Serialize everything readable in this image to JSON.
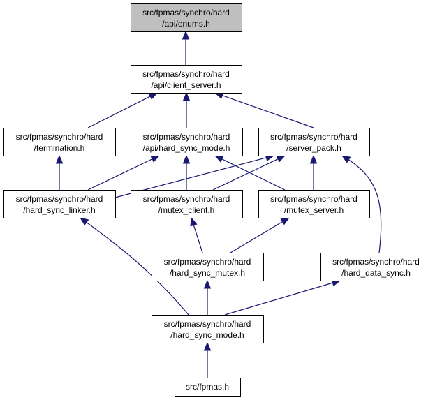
{
  "graph": {
    "nodes": [
      {
        "id": "enums",
        "line1": "src/fpmas/synchro/hard",
        "line2": "/api/enums.h",
        "highlighted": true,
        "interactable": false
      },
      {
        "id": "client_server",
        "line1": "src/fpmas/synchro/hard",
        "line2": "/api/client_server.h",
        "highlighted": false,
        "interactable": true
      },
      {
        "id": "termination",
        "line1": "src/fpmas/synchro/hard",
        "line2": "/termination.h",
        "highlighted": false,
        "interactable": true
      },
      {
        "id": "hard_sync_mode_api",
        "line1": "src/fpmas/synchro/hard",
        "line2": "/api/hard_sync_mode.h",
        "highlighted": false,
        "interactable": true
      },
      {
        "id": "server_pack",
        "line1": "src/fpmas/synchro/hard",
        "line2": "/server_pack.h",
        "highlighted": false,
        "interactable": true
      },
      {
        "id": "hard_sync_linker",
        "line1": "src/fpmas/synchro/hard",
        "line2": "/hard_sync_linker.h",
        "highlighted": false,
        "interactable": true
      },
      {
        "id": "mutex_client",
        "line1": "src/fpmas/synchro/hard",
        "line2": "/mutex_client.h",
        "highlighted": false,
        "interactable": true
      },
      {
        "id": "mutex_server",
        "line1": "src/fpmas/synchro/hard",
        "line2": "/mutex_server.h",
        "highlighted": false,
        "interactable": true
      },
      {
        "id": "hard_sync_mutex",
        "line1": "src/fpmas/synchro/hard",
        "line2": "/hard_sync_mutex.h",
        "highlighted": false,
        "interactable": true
      },
      {
        "id": "hard_data_sync",
        "line1": "src/fpmas/synchro/hard",
        "line2": "/hard_data_sync.h",
        "highlighted": false,
        "interactable": true
      },
      {
        "id": "hard_sync_mode",
        "line1": "src/fpmas/synchro/hard",
        "line2": "/hard_sync_mode.h",
        "highlighted": false,
        "interactable": true
      },
      {
        "id": "fpmas",
        "line1": "src/fpmas.h",
        "line2": "",
        "highlighted": false,
        "interactable": true
      }
    ],
    "edges": [
      {
        "from": "client_server",
        "to": "enums"
      },
      {
        "from": "termination",
        "to": "client_server"
      },
      {
        "from": "hard_sync_mode_api",
        "to": "client_server"
      },
      {
        "from": "server_pack",
        "to": "client_server"
      },
      {
        "from": "hard_sync_linker",
        "to": "termination"
      },
      {
        "from": "hard_sync_linker",
        "to": "hard_sync_mode_api"
      },
      {
        "from": "hard_sync_linker",
        "to": "server_pack"
      },
      {
        "from": "mutex_client",
        "to": "hard_sync_mode_api"
      },
      {
        "from": "mutex_client",
        "to": "server_pack"
      },
      {
        "from": "mutex_server",
        "to": "hard_sync_mode_api"
      },
      {
        "from": "mutex_server",
        "to": "server_pack"
      },
      {
        "from": "hard_data_sync",
        "to": "server_pack"
      },
      {
        "from": "hard_sync_mutex",
        "to": "mutex_client"
      },
      {
        "from": "hard_sync_mutex",
        "to": "mutex_server"
      },
      {
        "from": "hard_sync_mode",
        "to": "hard_sync_linker"
      },
      {
        "from": "hard_sync_mode",
        "to": "hard_sync_mutex"
      },
      {
        "from": "hard_sync_mode",
        "to": "hard_data_sync"
      },
      {
        "from": "fpmas",
        "to": "hard_sync_mode"
      }
    ],
    "colors": {
      "edge": "#191970",
      "node_border": "#000000",
      "node_fill": "#ffffff",
      "root_fill": "#bfbfbf"
    }
  }
}
